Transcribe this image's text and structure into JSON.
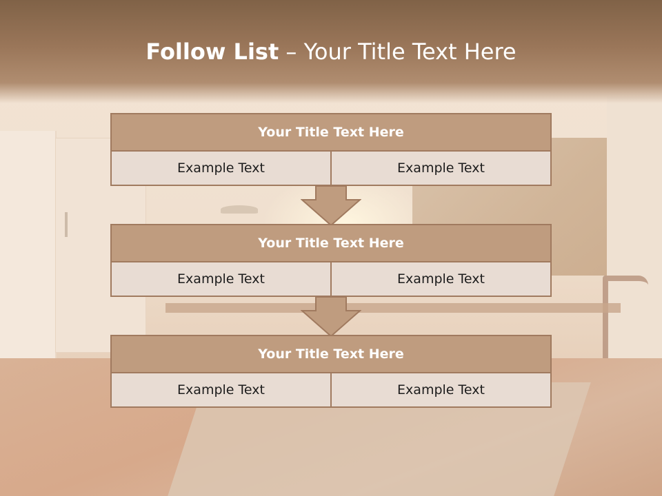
{
  "slide": {
    "title_bold": "Follow List",
    "title_rest": " – Your Title Text Here"
  },
  "steps": [
    {
      "title": "Your Title Text Here",
      "left": "Example Text",
      "right": "Example Text"
    },
    {
      "title": "Your Title Text Here",
      "left": "Example Text",
      "right": "Example Text"
    },
    {
      "title": "Your Title Text Here",
      "left": "Example Text",
      "right": "Example Text"
    }
  ],
  "colors": {
    "header": "#9a7659",
    "step_title_fill": "#bf9c7f",
    "step_border": "#a07a5f",
    "cell_fill": "#e8dcd3",
    "arrow_fill": "#bf9c7f"
  },
  "icons": [
    "down-arrow-icon",
    "down-arrow-icon"
  ]
}
